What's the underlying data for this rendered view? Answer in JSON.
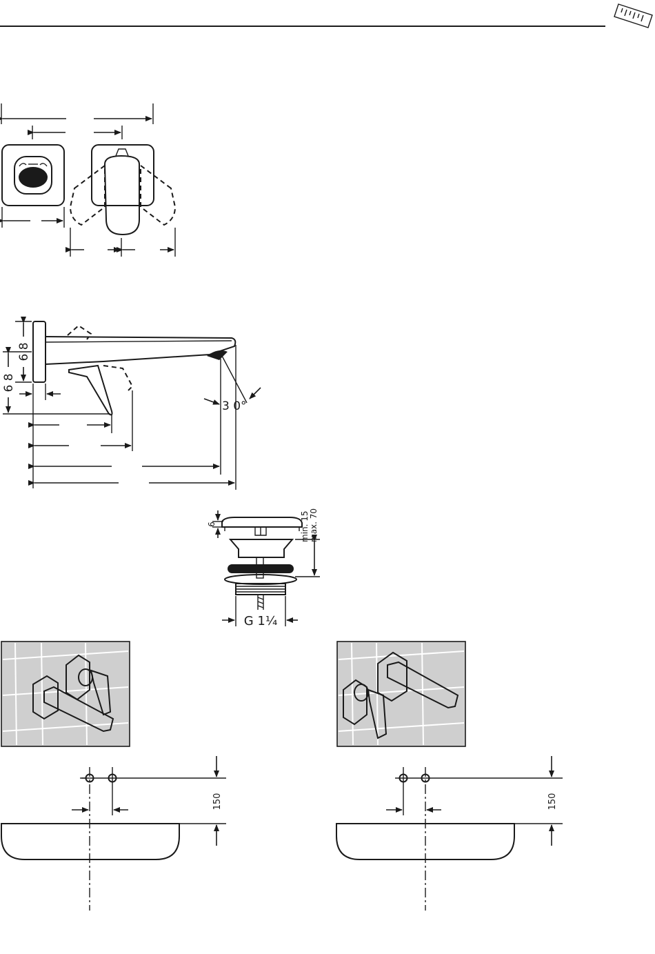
{
  "labels": {
    "dim_68_a": "6 8",
    "dim_68_b": "6 8",
    "angle_30": "3 0°",
    "min_15": "min. 15",
    "max_70": "max. 70",
    "dim_6": "6",
    "thread": "G 1¼",
    "dim_150_left": "150",
    "dim_150_right": "150"
  },
  "icons": {
    "header": "ruler-icon"
  },
  "colors": {
    "line": "#1a1a1a",
    "tile_bg": "#cfcfcf",
    "tile_grout": "#ffffff"
  }
}
